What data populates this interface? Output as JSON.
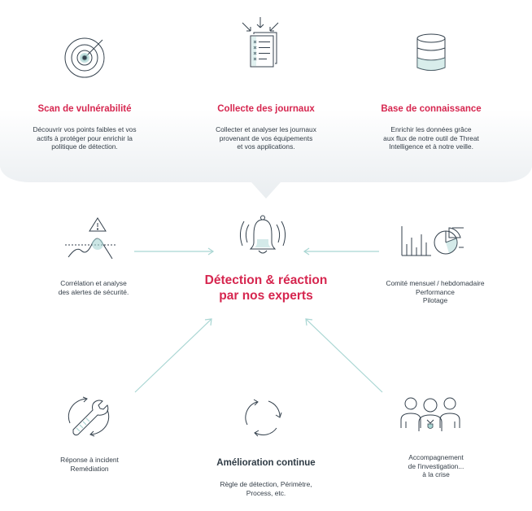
{
  "top_services": [
    {
      "title": "Scan de vulnérabilité",
      "lines": [
        "Découvrir vos points faibles et vos",
        "actifs à protéger pour enrichir la",
        "politique de détection."
      ],
      "icon": "radar-icon"
    },
    {
      "title": "Collecte des journaux",
      "lines": [
        "Collecter et analyser les journaux",
        "provenant de vos équipements",
        "et vos applications."
      ],
      "icon": "log-document-icon"
    },
    {
      "title": "Base de connaissance",
      "lines": [
        "Enrichir les données grâce",
        "aux flux de notre outil de Threat",
        "Intelligence et à notre veille."
      ],
      "icon": "database-icon"
    }
  ],
  "center": {
    "lines": [
      "Détection & réaction",
      "par nos experts"
    ],
    "icon": "alarm-bell-icon"
  },
  "left_mid": {
    "lines": [
      "Corrélation et analyse",
      "des alertes de sécurité."
    ],
    "icon": "alert-correlation-icon"
  },
  "right_mid": {
    "lines": [
      "Comité mensuel / hebdomadaire",
      "Performance",
      "Pilotage"
    ],
    "icon": "charts-icon"
  },
  "bottom_left": {
    "lines": [
      "Réponse à incident",
      "Remédiation"
    ],
    "icon": "wrench-cycle-icon"
  },
  "bottom_center": {
    "title": "Amélioration continue",
    "lines": [
      "Règle de détection, Périmètre,",
      "Process, etc."
    ],
    "icon": "cycle-arrows-icon"
  },
  "bottom_right": {
    "lines": [
      "Accompagnement",
      "de l'investigation...",
      "à la crise"
    ],
    "icon": "team-icon"
  },
  "colors": {
    "accent": "#d6264f",
    "text": "#333d47",
    "arrow": "#a9d6d3",
    "icon_stroke": "#34414d",
    "band": "#eef1f3"
  }
}
